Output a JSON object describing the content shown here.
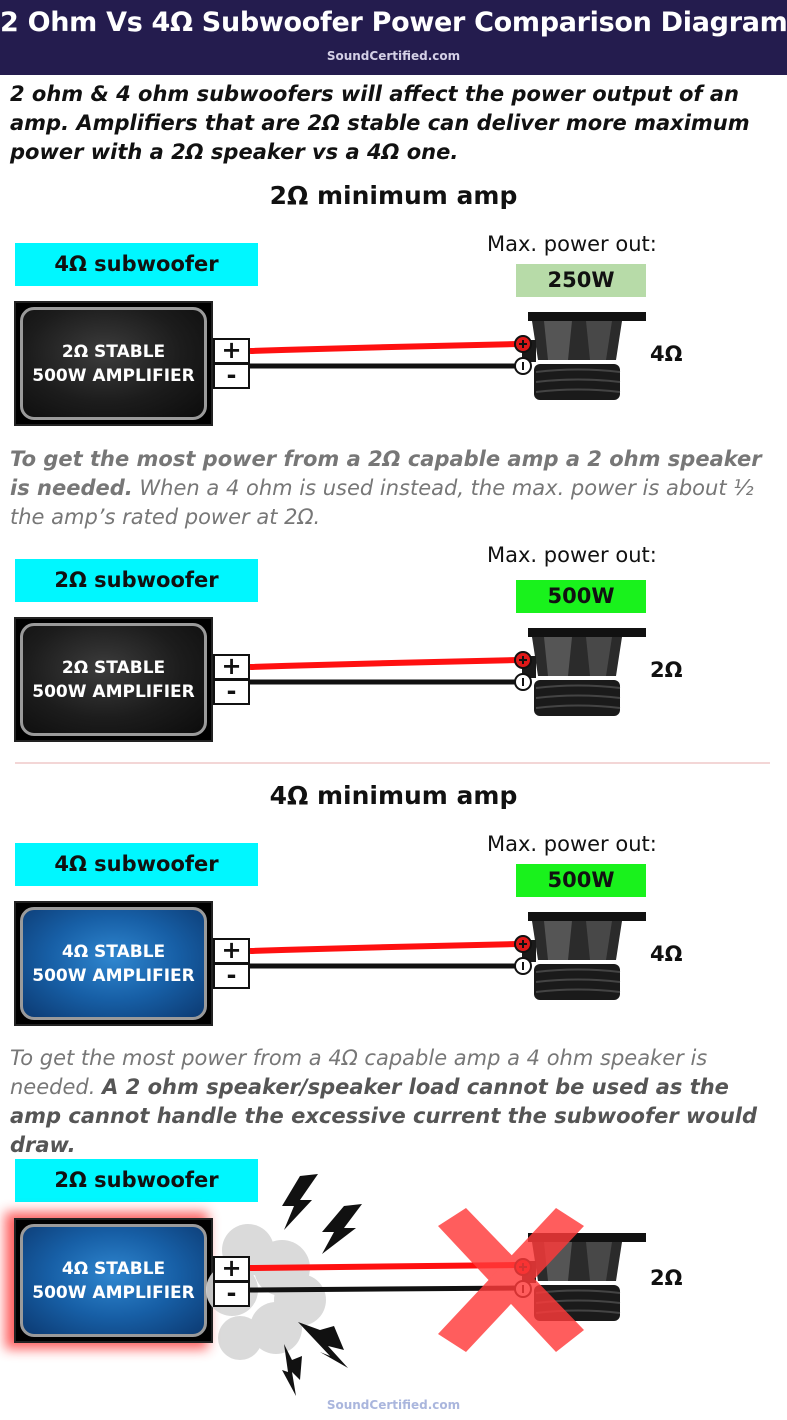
{
  "header": {
    "title": "2 Ohm Vs 4Ω Subwoofer Power Comparison Diagram",
    "site": "SoundCertified.com"
  },
  "intro": "2 ohm & 4 ohm subwoofers will affect the power output of an amp. Amplifiers that are 2Ω stable can deliver more maximum power with a 2Ω speaker vs a 4Ω one.",
  "sections": [
    {
      "title": "2Ω minimum amp",
      "panels": [
        {
          "subwoofer_label": "4Ω subwoofer",
          "amp_line1": "2Ω STABLE",
          "amp_line2": "500W AMPLIFIER",
          "max_power_label": "Max. power out:",
          "max_power": "250W",
          "power_box_color": "#b7dba8",
          "speaker_ohm": "4Ω"
        },
        {
          "subwoofer_label": "2Ω subwoofer",
          "amp_line1": "2Ω STABLE",
          "amp_line2": "500W AMPLIFIER",
          "max_power_label": "Max. power out:",
          "max_power": "500W",
          "power_box_color": "#19f21c",
          "speaker_ohm": "2Ω"
        }
      ],
      "note": {
        "bold": "To get the most power from a 2Ω capable amp a 2 ohm speaker is needed.",
        "normal": "When a 4 ohm is used instead, the max. power is about ½ the amp’s rated power at 2Ω."
      }
    },
    {
      "title": "4Ω minimum amp",
      "panels": [
        {
          "subwoofer_label": "4Ω subwoofer",
          "amp_line1": "4Ω STABLE",
          "amp_line2": "500W AMPLIFIER",
          "max_power_label": "Max. power out:",
          "max_power": "500W",
          "power_box_color": "#19f21c",
          "speaker_ohm": "4Ω"
        },
        {
          "subwoofer_label": "2Ω subwoofer",
          "amp_line1": "4Ω STABLE",
          "amp_line2": "500W AMPLIFIER",
          "speaker_ohm": "2Ω"
        }
      ],
      "note": {
        "normal": "To get the most power from a 4Ω capable amp a 4 ohm speaker is needed.",
        "bold": "A 2 ohm speaker/speaker load cannot be used as the amp cannot handle the excessive current the subwoofer would draw."
      }
    }
  ],
  "terminals": {
    "positive": "+",
    "negative": "-"
  },
  "footer": "SoundCertified.com",
  "colors": {
    "header_bg": "#241c4e",
    "label_bg": "#00f7ff",
    "wire_positive": "#ff1010",
    "wire_negative": "#111111",
    "cross": "#ff3a3a"
  }
}
